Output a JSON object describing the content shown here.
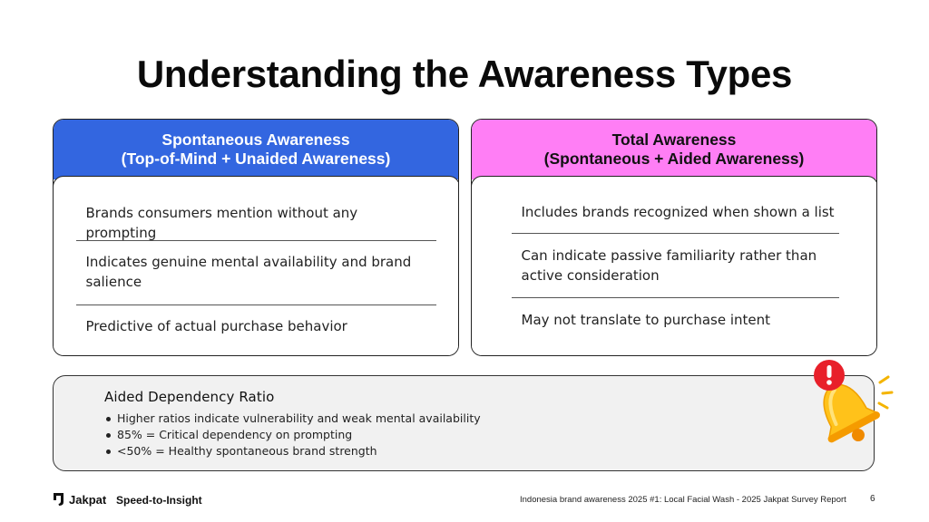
{
  "title": "Understanding the Awareness Types",
  "cards": {
    "left": {
      "header_line1": "Spontaneous Awareness",
      "header_line2": "(Top-of-Mind + Unaided Awareness)",
      "header_color": "#3366e0",
      "items": [
        "Brands consumers mention without any prompting",
        "Indicates genuine mental availability and brand salience",
        "Predictive of actual purchase behavior"
      ]
    },
    "right": {
      "header_line1": "Total Awareness",
      "header_line2": "(Spontaneous + Aided Awareness)",
      "header_color": "#ff7ef5",
      "items": [
        "Includes brands recognized when shown a list",
        "Can indicate passive familiarity rather than active consideration",
        "May not translate to purchase intent"
      ]
    }
  },
  "ratio": {
    "title": "Aided Dependency Ratio",
    "bullets": [
      "Higher ratios indicate vulnerability and weak mental availability",
      "85% = Critical dependency on prompting",
      "<50% = Healthy spontaneous brand strength"
    ],
    "icon": "alert-bell-icon"
  },
  "footer": {
    "brand": "Jakpat",
    "tagline": "Speed-to-Insight",
    "report": "Indonesia brand awareness 2025 #1: Local Facial Wash - 2025 Jakpat Survey Report",
    "page": "6"
  }
}
